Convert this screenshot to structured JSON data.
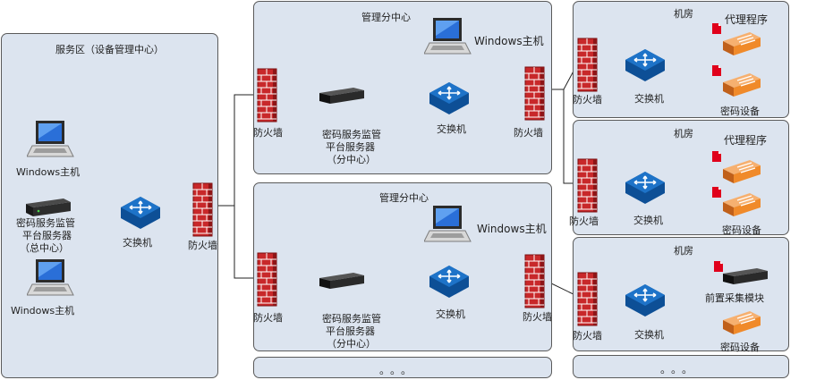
{
  "zones": {
    "service": "服务区（设备管理中心）",
    "mgmt_a": "管理分中心",
    "mgmt_b": "管理分中心",
    "room_a": "机房",
    "room_b": "机房",
    "room_c": "机房"
  },
  "labels": {
    "svc_pc_top": "Windows主机",
    "svc_server_l1": "密码服务监管",
    "svc_server_l2": "平台服务器",
    "svc_server_l3": "（总中心）",
    "svc_pc_bottom": "Windows主机",
    "svc_switch": "交换机",
    "svc_firewall": "防火墙",
    "ma_firewall_in": "防火墙",
    "ma_server_l1": "密码服务监管",
    "ma_server_l2": "平台服务器",
    "ma_server_l3": "（分中心）",
    "ma_pc": "Windows主机",
    "ma_switch": "交换机",
    "ma_firewall_out": "防火墙",
    "mb_firewall_in": "防火墙",
    "mb_server_l1": "密码服务监管",
    "mb_server_l2": "平台服务器",
    "mb_server_l3": "（分中心）",
    "mb_pc": "Windows主机",
    "mb_switch": "交换机",
    "mb_firewall_out": "防火墙",
    "ra_firewall": "防火墙",
    "ra_switch": "交换机",
    "ra_agent": "代理程序",
    "ra_device": "密码设备",
    "rb_firewall": "防火墙",
    "rb_switch": "交换机",
    "rb_agent": "代理程序",
    "rb_device": "密码设备",
    "rc_firewall": "防火墙",
    "rc_switch": "交换机",
    "rc_collector": "前置采集模块",
    "rc_device": "密码设备",
    "more_mgmt": "。。。",
    "more_room": "。。。"
  },
  "colors": {
    "zone_fill": "#dce4ef",
    "zone_border": "#5a5a5a",
    "firewall": "#c8282a",
    "switch": "#1e73c8",
    "device": "#f08a2a",
    "doc_icon": "#e0001b"
  }
}
